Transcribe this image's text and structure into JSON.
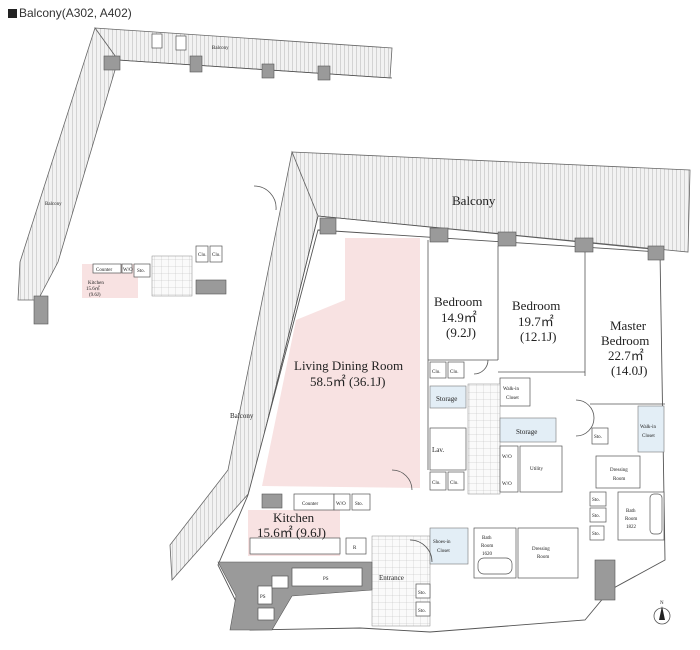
{
  "caption": "Balcony(A302, A402)",
  "inset": {
    "balcony_top": "Balcony",
    "balcony_left": "Balcony",
    "counter": "Counter",
    "wo": "W/O",
    "sto": "Sto.",
    "clo1": "Clo.",
    "clo2": "Clo.",
    "kitchen_name": "Kitchen",
    "kitchen_area": "15.6㎡",
    "kitchen_j": "(9.6J)"
  },
  "rooms": {
    "balcony_top": "Balcony",
    "balcony_left": "Balcony",
    "bedroom1": {
      "name": "Bedroom",
      "area": "14.9㎡",
      "j": "(9.2J)"
    },
    "bedroom2": {
      "name": "Bedroom",
      "area": "19.7㎡",
      "j": "(12.1J)"
    },
    "master": {
      "name1": "Master",
      "name2": "Bedroom",
      "area": "22.7㎡",
      "j": "(14.0J)"
    },
    "ldr": {
      "name": "Living Dining Room",
      "area": "58.5㎡ (36.1J)"
    },
    "kitchen": {
      "name": "Kitchen",
      "area": "15.6㎡ (9.6J)"
    },
    "clo_a": "Clo.",
    "clo_b": "Clo.",
    "storage1": "Storage",
    "walkin1": {
      "l1": "Walk-in",
      "l2": "Closet"
    },
    "storage2": "Storage",
    "lav": "Lav.",
    "wo1": "W/O",
    "wo2": "W/O",
    "utility": "Utility",
    "clo_c": "Clo.",
    "clo_d": "Clo.",
    "sto_m": "Sto.",
    "walkin2": {
      "l1": "Walk-in",
      "l2": "Closet"
    },
    "dressing1": {
      "l1": "Dressing",
      "l2": "Room"
    },
    "sto_a": "Sto.",
    "sto_b": "Sto.",
    "sto_c": "Sto.",
    "bath1": {
      "l1": "Bath",
      "l2": "Room",
      "l3": "1822"
    },
    "counter": "Counter",
    "wo_k": "W/O",
    "sto_k": "Sto.",
    "r": "R",
    "shoes": {
      "l1": "Shoes-in",
      "l2": "Closet"
    },
    "bath2": {
      "l1": "Bath",
      "l2": "Room",
      "l3": "1620"
    },
    "dressing2": {
      "l1": "Dressing",
      "l2": "Room"
    },
    "entrance": "Entrance",
    "ps1": "PS",
    "ps2": "PS",
    "sto_e1": "Sto.",
    "sto_e2": "Sto.",
    "north": "N"
  }
}
